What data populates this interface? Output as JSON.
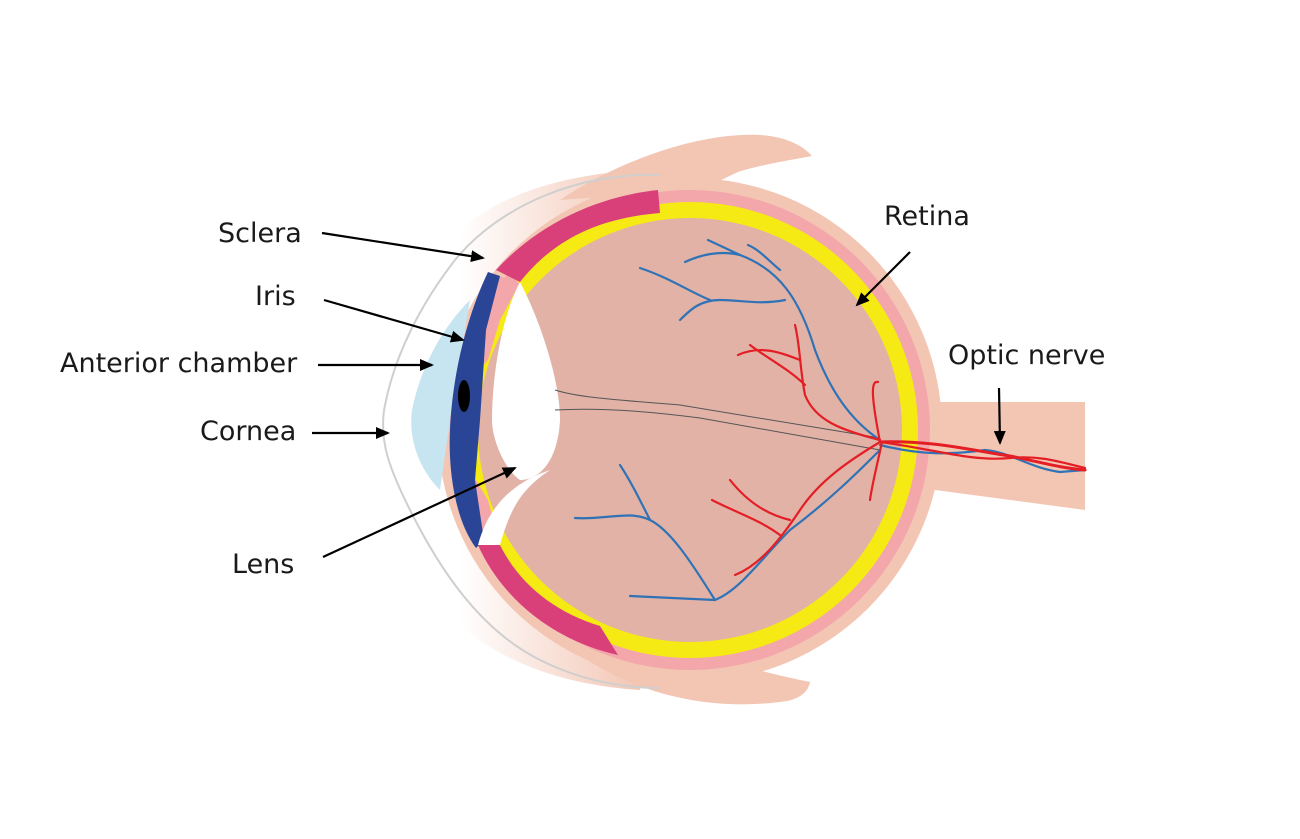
{
  "labels": {
    "sclera": "Sclera",
    "iris": "Iris",
    "anterior_chamber": "Anterior chamber",
    "cornea": "Cornea",
    "lens": "Lens",
    "retina": "Retina",
    "optic_nerve": "Optic nerve"
  },
  "colors": {
    "outer_tissue": "#f3c6b4",
    "choroid_pink": "#f3a7ab",
    "retina_yellow": "#f5ea14",
    "vitreous": "#e2b2a6",
    "ciliary": "#d9407a",
    "iris": "#2a4596",
    "anterior_chamber": "#c6e5f1",
    "vein_blue": "#2f73b6",
    "artery_red": "#e41e25",
    "outline": "#cfcfcf"
  }
}
